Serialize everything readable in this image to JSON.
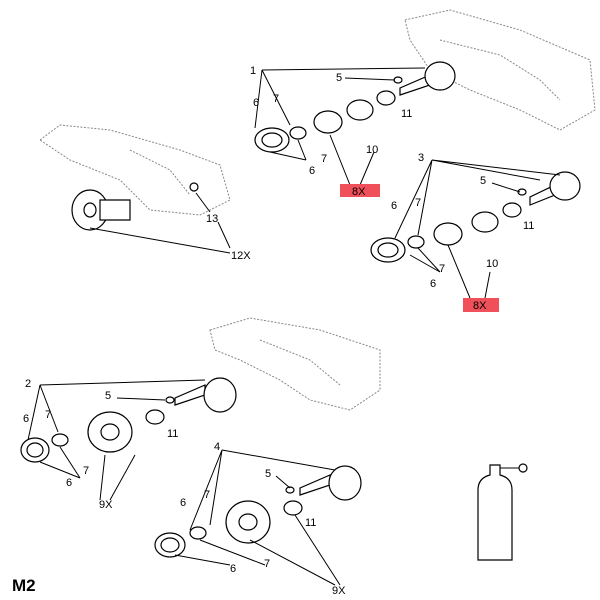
{
  "diagram": {
    "code": "M2",
    "highlight_color": "#f0505a",
    "groups": [
      {
        "id": "top",
        "labels": {
          "assembly": "1",
          "bolt": "5",
          "ring_a": "7",
          "seal_a": "6",
          "bearing_seal": "11",
          "circlip": "10",
          "ring_b": "7",
          "seal_b": "6",
          "qty": "8X"
        }
      },
      {
        "id": "right",
        "labels": {
          "assembly": "3",
          "bolt": "5",
          "seal_a": "6",
          "ring_a": "7",
          "bearing_seal": "11",
          "circlip": "10",
          "ring_b": "7",
          "seal_b": "6",
          "qty": "8X"
        }
      },
      {
        "id": "left",
        "labels": {
          "nut": "13",
          "qty": "12X"
        }
      },
      {
        "id": "middle-left",
        "labels": {
          "assembly": "2",
          "bolt": "5",
          "ring_a": "7",
          "seal_a": "6",
          "bearing_seal": "11",
          "ring_b": "7",
          "seal_b": "6",
          "qty": "9X"
        }
      },
      {
        "id": "bottom",
        "labels": {
          "assembly": "4",
          "bolt": "5",
          "seal_a": "6",
          "ring_a": "7",
          "bearing_seal": "11",
          "seal_b": "6",
          "ring_b": "7",
          "qty": "9X"
        }
      }
    ]
  }
}
